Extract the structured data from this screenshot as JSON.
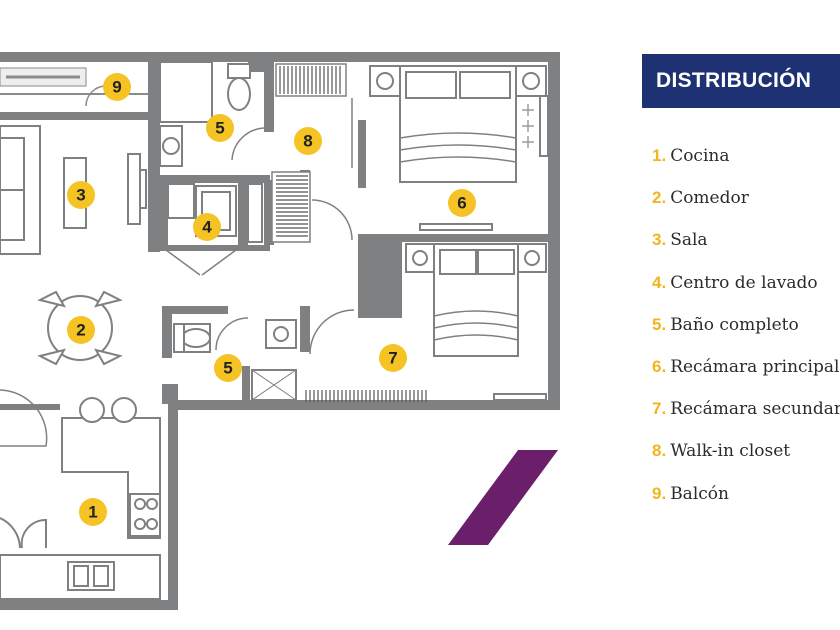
{
  "legend": {
    "title": "DISTRIBUCIÓN",
    "items": [
      {
        "num": "1.",
        "label": "Cocina"
      },
      {
        "num": "2.",
        "label": "Comedor"
      },
      {
        "num": "3.",
        "label": "Sala"
      },
      {
        "num": "4.",
        "label": "Centro de lavado"
      },
      {
        "num": "5.",
        "label": "Baño completo"
      },
      {
        "num": "6.",
        "label": "Recámara principal"
      },
      {
        "num": "7.",
        "label": "Recámara secundaria"
      },
      {
        "num": "8.",
        "label": "Walk-in closet"
      },
      {
        "num": "9.",
        "label": "Balcón"
      }
    ]
  },
  "plan": {
    "markers": [
      "9",
      "5",
      "8",
      "3",
      "4",
      "6",
      "2",
      "5",
      "7",
      "1"
    ]
  },
  "colors": {
    "wall": "#7f8082",
    "accent_number": "#f2b51c",
    "marker_fill": "#f6c324",
    "header_bg": "#1e3173",
    "north_stripe": "#6b1f6a"
  }
}
